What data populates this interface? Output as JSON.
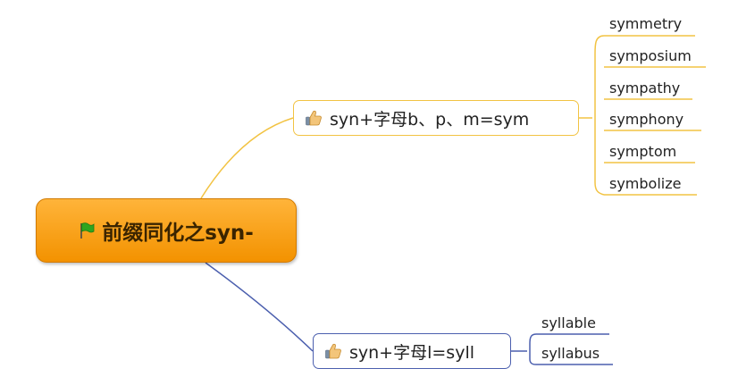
{
  "mindmap": {
    "central": {
      "label": "前缀同化之syn-",
      "icon": "green-flag-icon",
      "fill_color": "#f7a21b"
    },
    "branches": [
      {
        "label": "syn+字母b、p、m=sym",
        "icon": "thumbs-up-icon",
        "line_color": "#f2c343",
        "children": [
          "symmetry",
          "symposium",
          "sympathy",
          "symphony",
          "symptom",
          "symbolize"
        ]
      },
      {
        "label": "syn+字母l=syll",
        "icon": "thumbs-up-icon",
        "line_color": "#4b5fae",
        "children": [
          "syllable",
          "syllabus"
        ]
      }
    ]
  }
}
